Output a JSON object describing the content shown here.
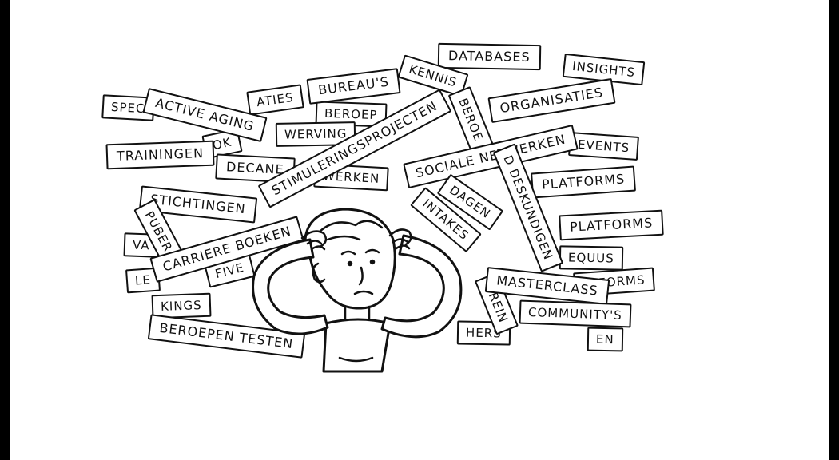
{
  "illustration": {
    "labels": [
      {
        "id": "databases",
        "text": "DATABASES"
      },
      {
        "id": "insights",
        "text": "INSIGHTS"
      },
      {
        "id": "kennis",
        "text": "KENNIS"
      },
      {
        "id": "bureaus",
        "text": "BUREAU'S"
      },
      {
        "id": "organisaties",
        "text": "ORGANISATIES"
      },
      {
        "id": "spec",
        "text": "SPEC"
      },
      {
        "id": "active-aging",
        "text": "ACTIVE AGING"
      },
      {
        "id": "aties",
        "text": "ATIES"
      },
      {
        "id": "beroep-partial",
        "text": "BEROEP"
      },
      {
        "id": "werving",
        "text": "WERVING"
      },
      {
        "id": "stimuleringsprojecten",
        "text": "STIMULERINGSPROJECTEN"
      },
      {
        "id": "beroe-vertical",
        "text": "BEROE"
      },
      {
        "id": "trainingen",
        "text": "TRAININGEN"
      },
      {
        "id": "ok",
        "text": "OK"
      },
      {
        "id": "events",
        "text": "EVENTS"
      },
      {
        "id": "sociale-netwerken",
        "text": "SOCIALE NETWERKEN"
      },
      {
        "id": "decanen",
        "text": "DECANE"
      },
      {
        "id": "werken",
        "text": "WERKEN"
      },
      {
        "id": "platforms-1",
        "text": "PLATFORMS"
      },
      {
        "id": "deskundigen",
        "text": "D DESKUNDIGEN"
      },
      {
        "id": "stichtingen",
        "text": "STICHTINGEN"
      },
      {
        "id": "dagen",
        "text": "DAGEN"
      },
      {
        "id": "intakes",
        "text": "INTAKES"
      },
      {
        "id": "platforms-2",
        "text": "PLATFORMS"
      },
      {
        "id": "puber",
        "text": "PUBER"
      },
      {
        "id": "carriere-boeken",
        "text": "CARRIERE BOEKEN"
      },
      {
        "id": "equus",
        "text": "EQUUS"
      },
      {
        "id": "va",
        "text": "VA"
      },
      {
        "id": "le",
        "text": "LE"
      },
      {
        "id": "five",
        "text": "FIVE"
      },
      {
        "id": "masterclass",
        "text": "MASTERCLASS"
      },
      {
        "id": "platforms-3",
        "text": "ATFORMS"
      },
      {
        "id": "community",
        "text": "COMMUNITY'S"
      },
      {
        "id": "kings",
        "text": "KINGS"
      },
      {
        "id": "beroepen-testen",
        "text": "BEROEPEN TESTEN"
      },
      {
        "id": "hers",
        "text": "HERS"
      },
      {
        "id": "en",
        "text": "EN"
      },
      {
        "id": "brein",
        "text": "BREIN"
      }
    ]
  }
}
